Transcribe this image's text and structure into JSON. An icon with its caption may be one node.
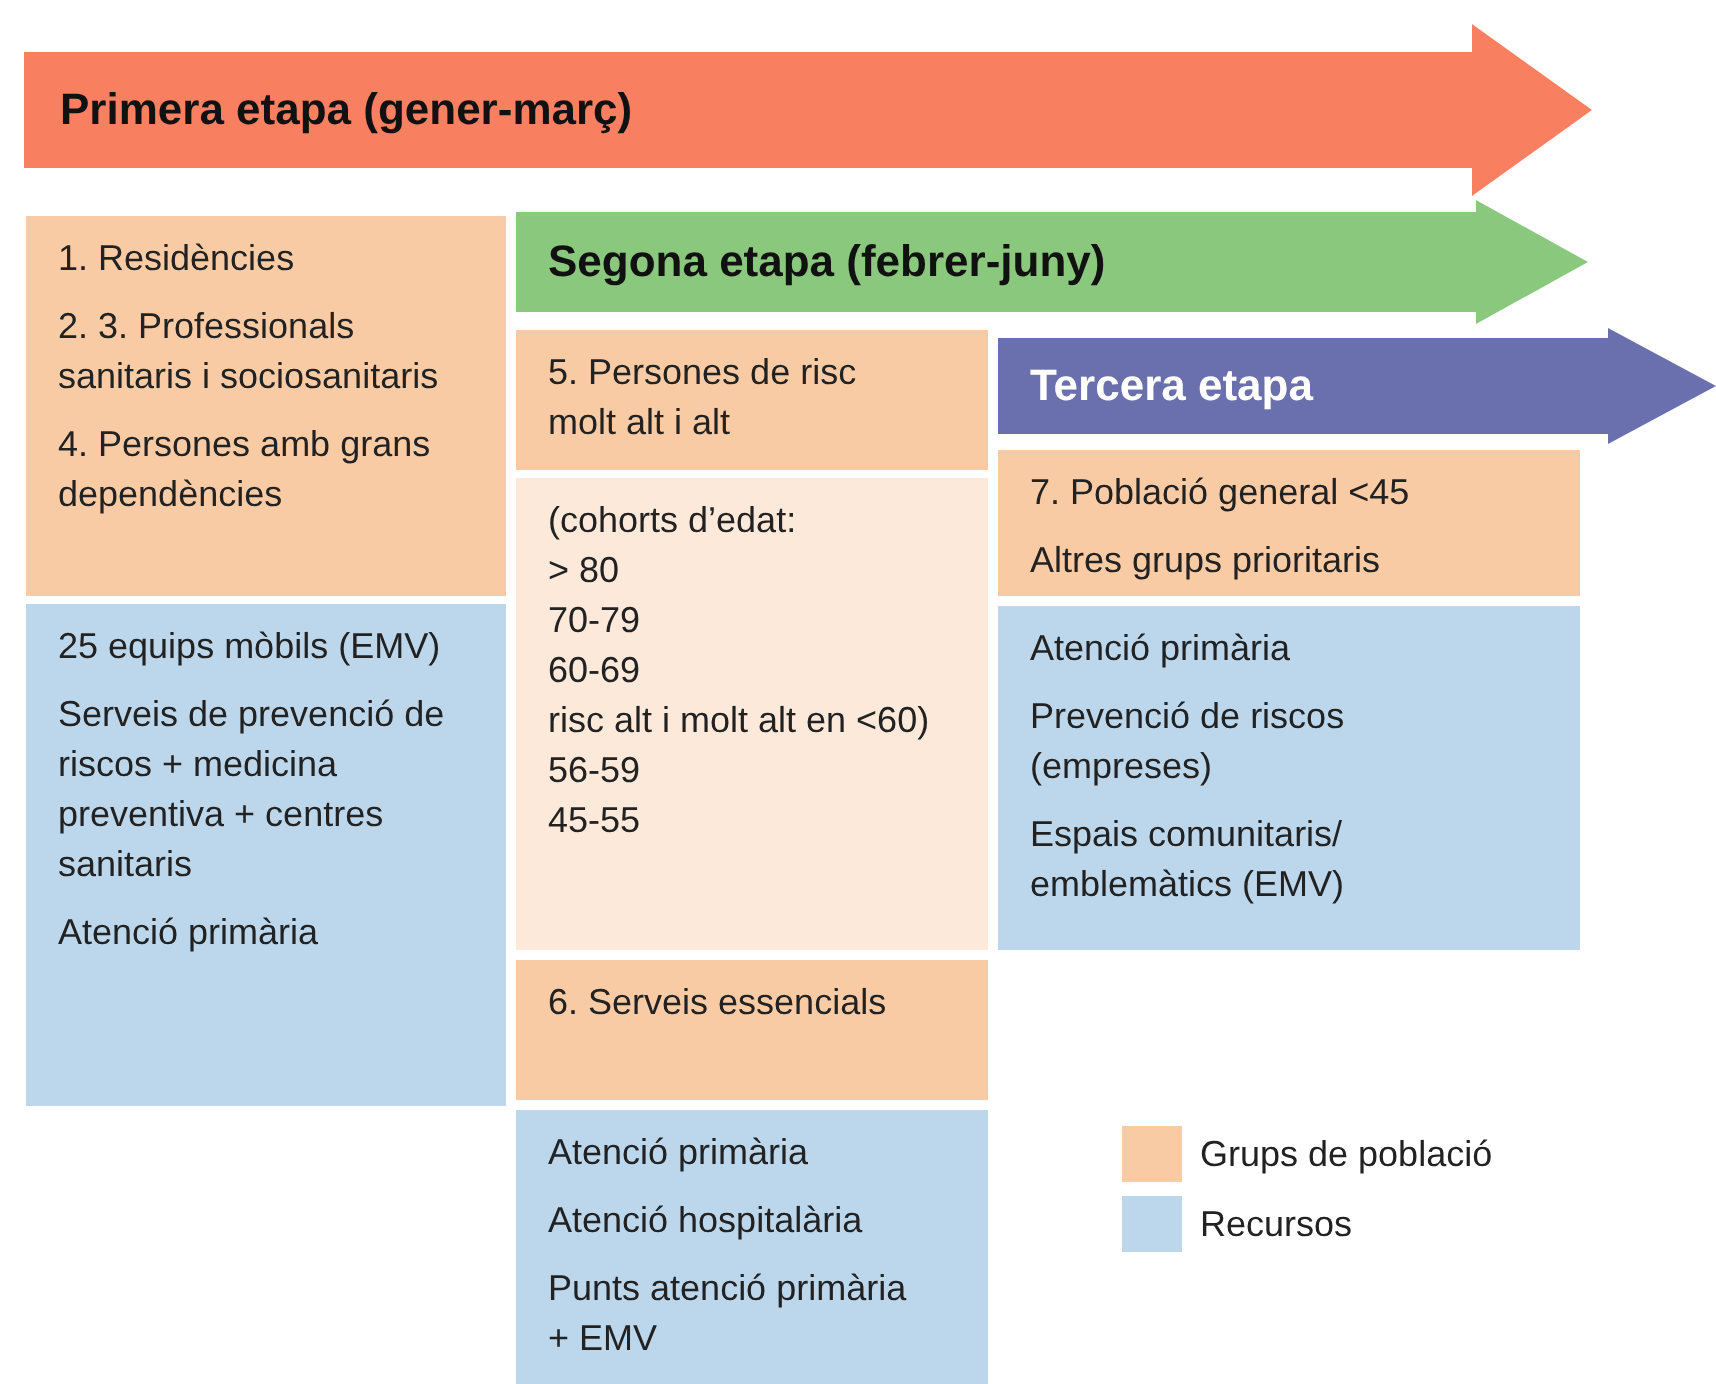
{
  "diagram": {
    "nodes": [
      {
        "text": [
          "Primera etapa (gener-març)"
        ]
      },
      {
        "text": [
          "1. Residències",
          "2. 3. Professionals sanitaris i sociosanitaris",
          "4. Persones amb grans dependències"
        ]
      },
      {
        "text": [
          "25 equips mòbils (EMV)",
          "Serveis de prevenció de riscos + medicina preventiva + centres sanitaris",
          "Atenció primària"
        ]
      },
      {
        "text": [
          "Segona etapa (febrer-juny)"
        ]
      },
      {
        "text": [
          "5. Persones de risc molt alt i alt"
        ]
      },
      {
        "text": [
          "(cohorts d’edat:",
          "> 80",
          "70-79",
          "60-69",
          "risc alt i molt alt en <60)",
          "56-59",
          "45-55"
        ]
      },
      {
        "text": [
          "6. Serveis essencials"
        ]
      },
      {
        "text": [
          "Atenció primària",
          "Atenció hospitalària",
          "Punts atenció primària + EMV"
        ]
      },
      {
        "text": [
          "Tercera etapa"
        ]
      },
      {
        "text": [
          "7. Població general <45",
          "Altres grups prioritaris"
        ]
      },
      {
        "text": [
          "Atenció primària",
          "Prevenció de riscos (empreses)",
          "Espais comunitaris/ emblemàtics (EMV)"
        ]
      }
    ],
    "legend": [
      {
        "text": "Grups de població",
        "color": "#f9cba5"
      },
      {
        "text": "Recursos",
        "color": "#bcd7ec"
      }
    ]
  }
}
